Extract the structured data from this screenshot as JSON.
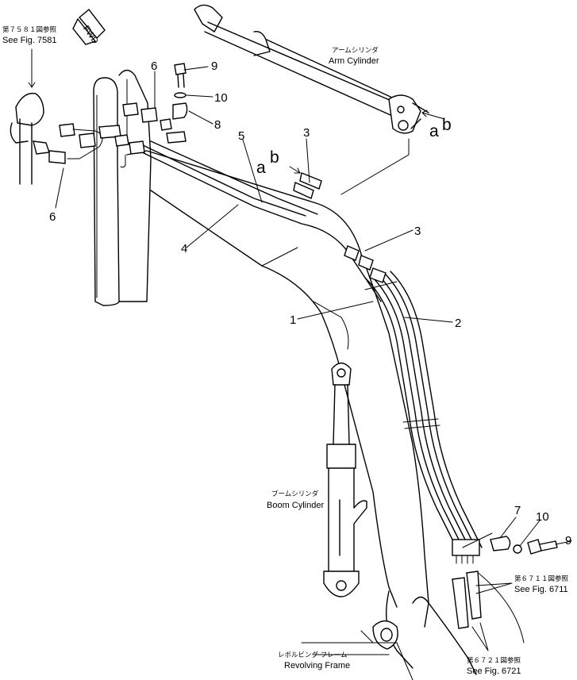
{
  "labels": {
    "see_7581_jp": "第７５８１図参照",
    "see_7581": "See Fig. 7581",
    "fwd": "FWD",
    "arm_cylinder_jp": "アームシリンダ",
    "arm_cylinder": "Arm Cylinder",
    "boom_cylinder_jp": "ブームシリンダ",
    "boom_cylinder": "Boom Cylinder",
    "revolving_frame_jp": "レボルビング フレーム",
    "revolving_frame": "Revolving Frame",
    "see_6711_jp": "第６７１１図参照",
    "see_6711": "See Fig. 6711",
    "see_6721_jp": "第６７２１図参照",
    "see_6721": "See Fig. 6721"
  },
  "callouts": {
    "c1": "1",
    "c2": "2",
    "c3a": "3",
    "c3b": "3",
    "c4": "4",
    "c5": "5",
    "c6a": "6",
    "c6b": "6",
    "c7": "7",
    "c8": "8",
    "c9a": "9",
    "c9b": "9",
    "c10a": "10",
    "c10b": "10"
  },
  "ports": {
    "arm_a": "a",
    "arm_b": "b",
    "mid_a": "a",
    "mid_b": "b"
  }
}
